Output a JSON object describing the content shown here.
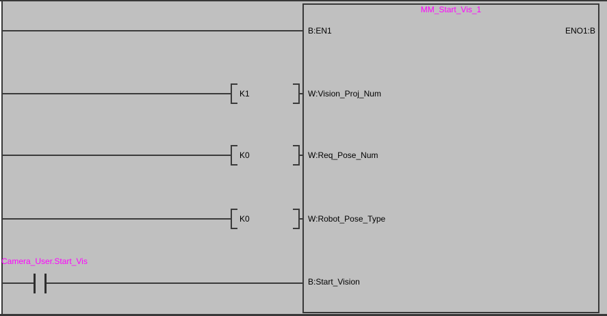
{
  "colors": {
    "background": "#c0c0c0",
    "wire": "#3a3a3a",
    "instance_tag": "#ff00ff",
    "pin_text": "#000000"
  },
  "function_block": {
    "instance_name": "MM_Start_Vis_1",
    "pins": {
      "en_input": "B:EN1",
      "eno_output": "ENO1:B",
      "vision_proj_num": "W:Vision_Proj_Num",
      "req_pose_num": "W:Req_Pose_Num",
      "robot_pose_type": "W:Robot_Pose_Type",
      "start_vision": "B:Start_Vision"
    }
  },
  "constants": [
    {
      "value": "K1",
      "target_pin": "W:Vision_Proj_Num"
    },
    {
      "value": "K0",
      "target_pin": "W:Req_Pose_Num"
    },
    {
      "value": "K0",
      "target_pin": "W:Robot_Pose_Type"
    }
  ],
  "contact": {
    "label": "Camera_User.Start_Vis",
    "type": "normally-open"
  }
}
